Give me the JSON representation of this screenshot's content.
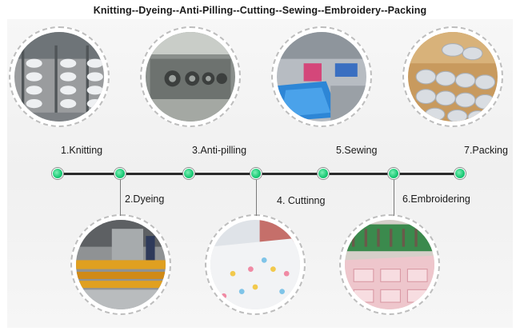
{
  "title": "Knitting--Dyeing--Anti-Pilling--Cutting--Sewing--Embroidery--Packing",
  "steps": [
    {
      "label": "1.Knitting"
    },
    {
      "label": "2.Dyeing"
    },
    {
      "label": "3.Anti-pilling"
    },
    {
      "label": "4. Cuttinng"
    },
    {
      "label": "5.Sewing"
    },
    {
      "label": "6.Embroidering"
    },
    {
      "label": "7.Packing"
    }
  ],
  "colors": {
    "node_fill": "#1ecb78",
    "timeline": "#2b2b2b",
    "photo_border": "#bdbdbd"
  }
}
